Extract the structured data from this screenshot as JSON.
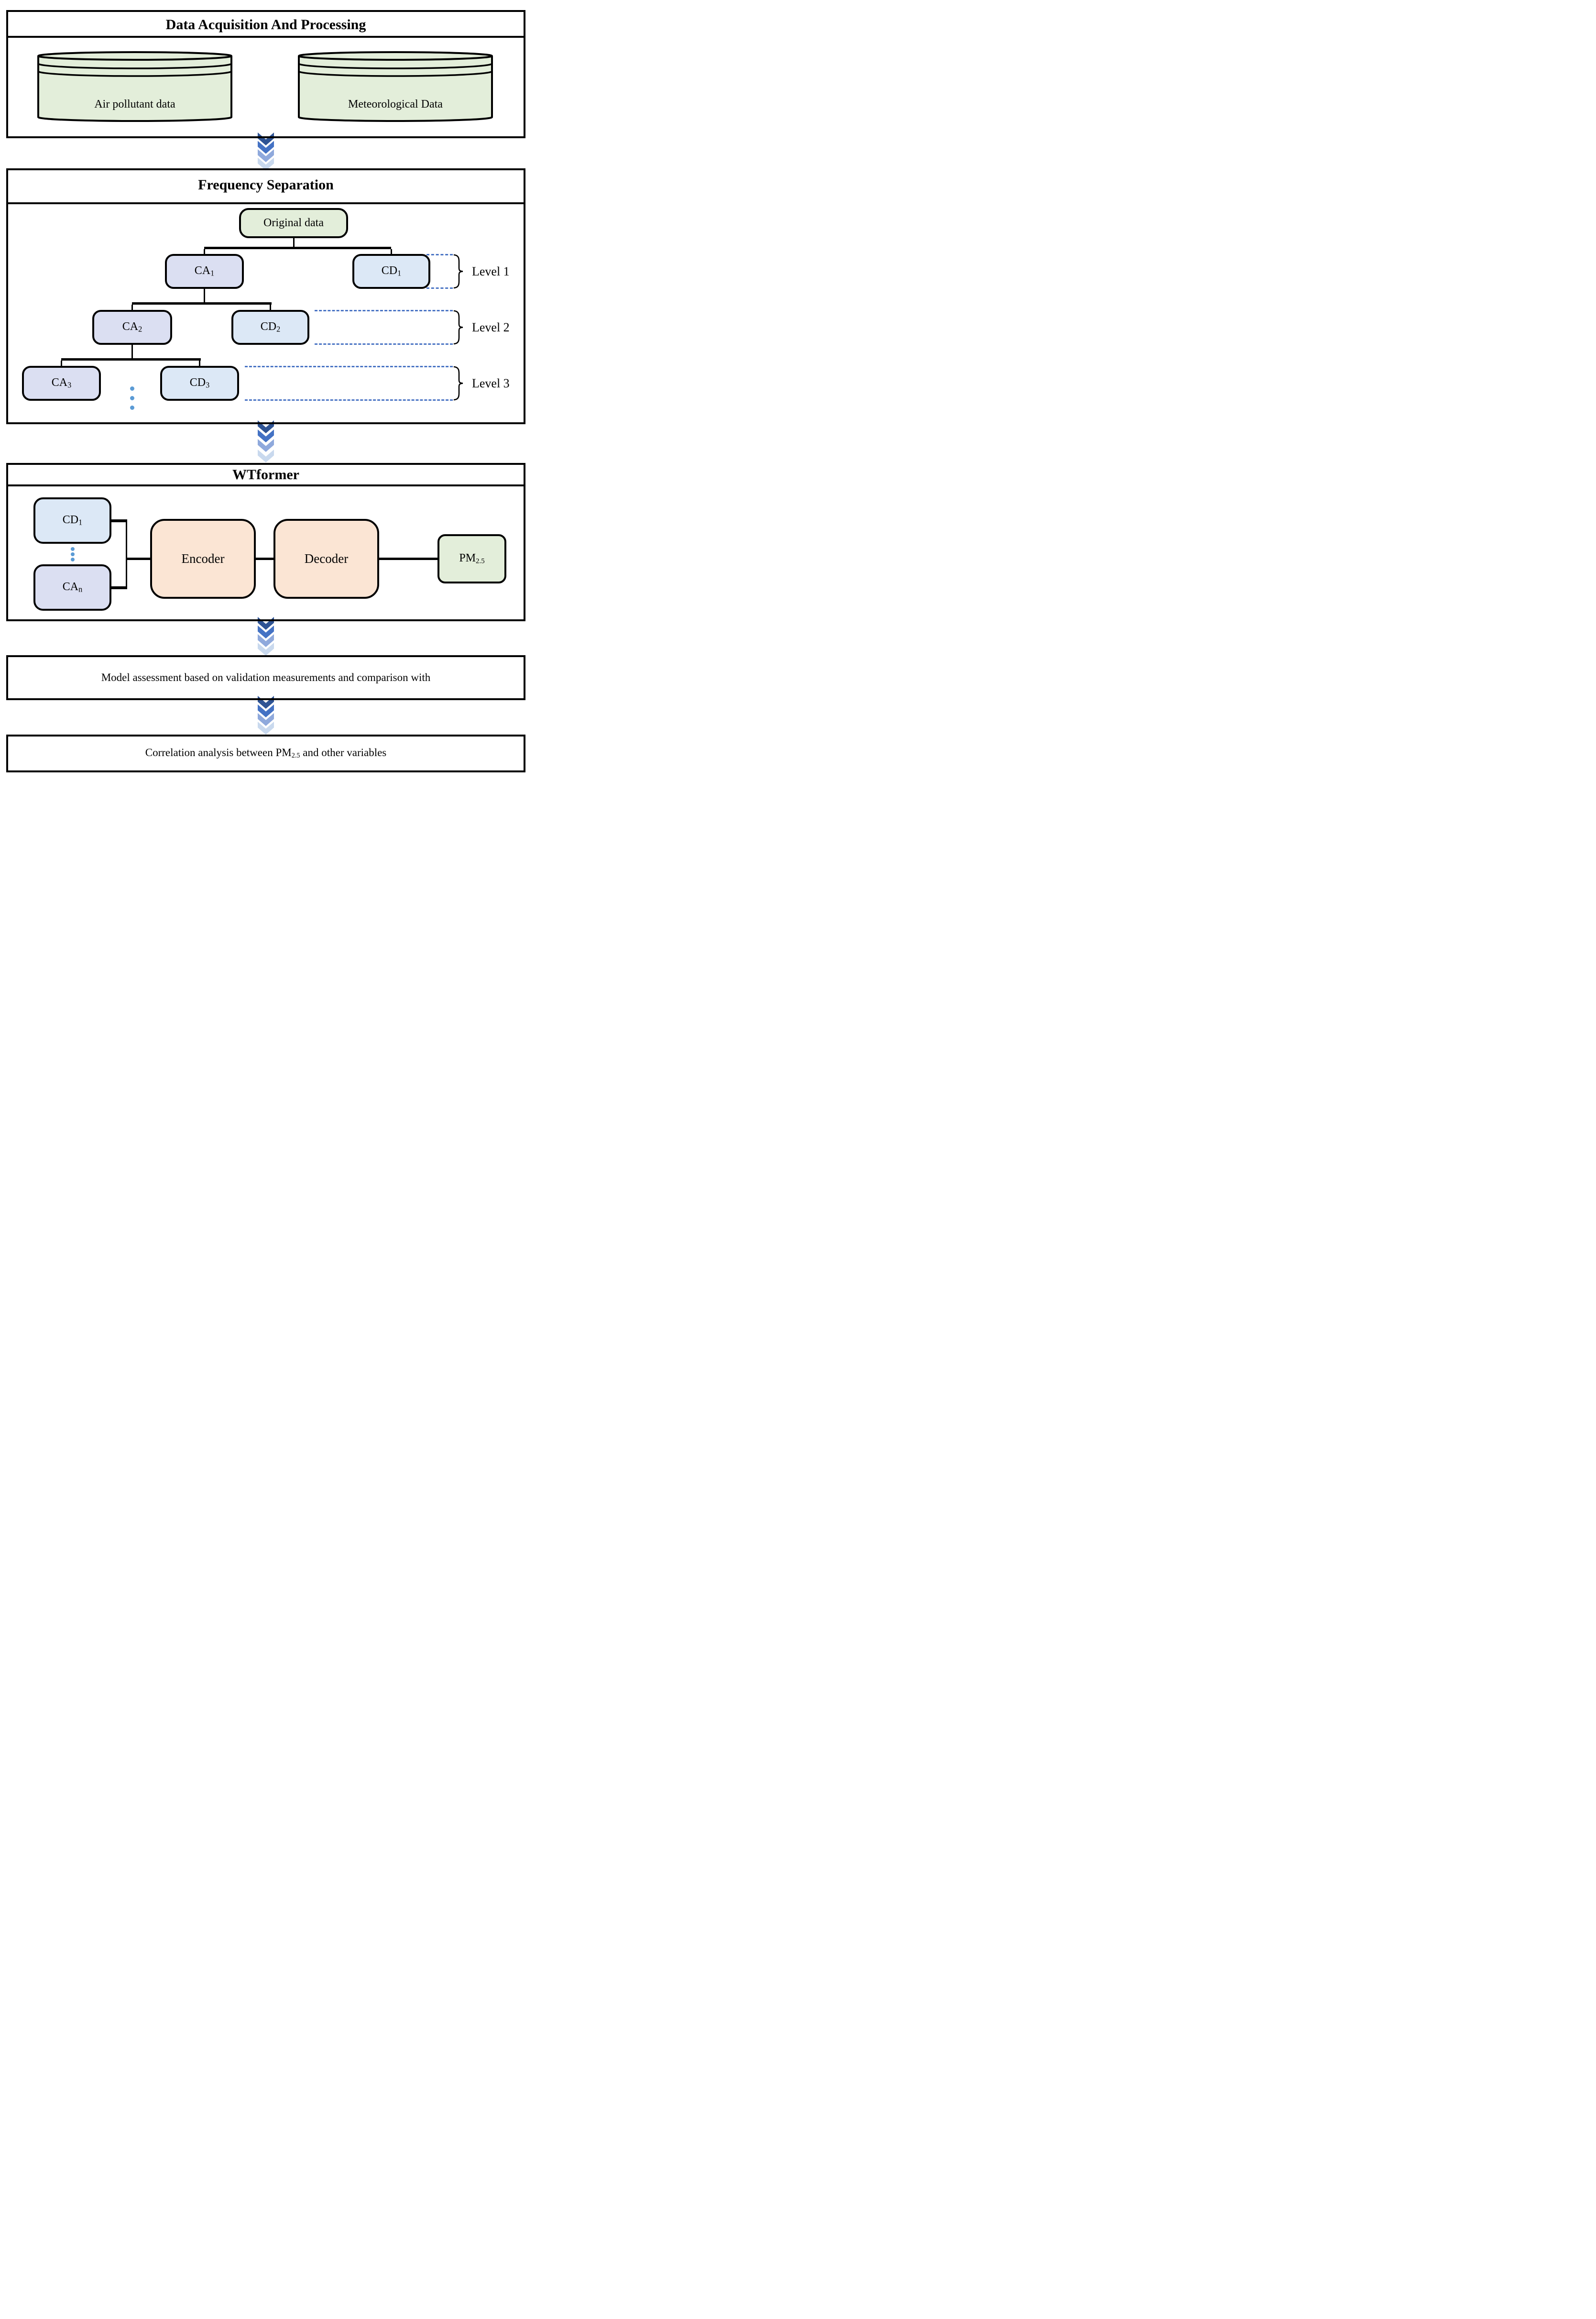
{
  "colors": {
    "green": "#e3eeda",
    "lavender": "#dbdff2",
    "blue": "#dce8f6",
    "peach": "#fbe5d4",
    "dash": "#4a74c4",
    "dot": "#5b9bd5",
    "chev1": "#2e5394",
    "chev2": "#4472c4",
    "chev3": "#8fa9dc",
    "chev4": "#c9d9ee",
    "ink": "#000000"
  },
  "s1": {
    "title": "Data Acquisition And Processing",
    "cyl1": "Air pollutant data",
    "cyl2": "Meteorological Data"
  },
  "s2": {
    "title": "Frequency Separation",
    "root": "Original data",
    "ca1": {
      "b": "CA",
      "s": "1"
    },
    "cd1": {
      "b": "CD",
      "s": "1"
    },
    "ca2": {
      "b": "CA",
      "s": "2"
    },
    "cd2": {
      "b": "CD",
      "s": "2"
    },
    "ca3": {
      "b": "CA",
      "s": "3"
    },
    "cd3": {
      "b": "CD",
      "s": "3"
    },
    "level1": "Level 1",
    "level2": "Level 2",
    "level3": "Level 3"
  },
  "s3": {
    "title": "WTformer",
    "cd1": {
      "b": "CD",
      "s": "1"
    },
    "can": {
      "b": "CA",
      "s": "n"
    },
    "encoder": "Encoder",
    "decoder": "Decoder",
    "pm": {
      "b": "PM",
      "s": "2.5"
    }
  },
  "s4": {
    "text": "Model assessment based on validation measurements and comparison with"
  },
  "s5": {
    "pre": "Correlation analysis between PM",
    "sub": "2.5",
    "post": " and other variables"
  }
}
